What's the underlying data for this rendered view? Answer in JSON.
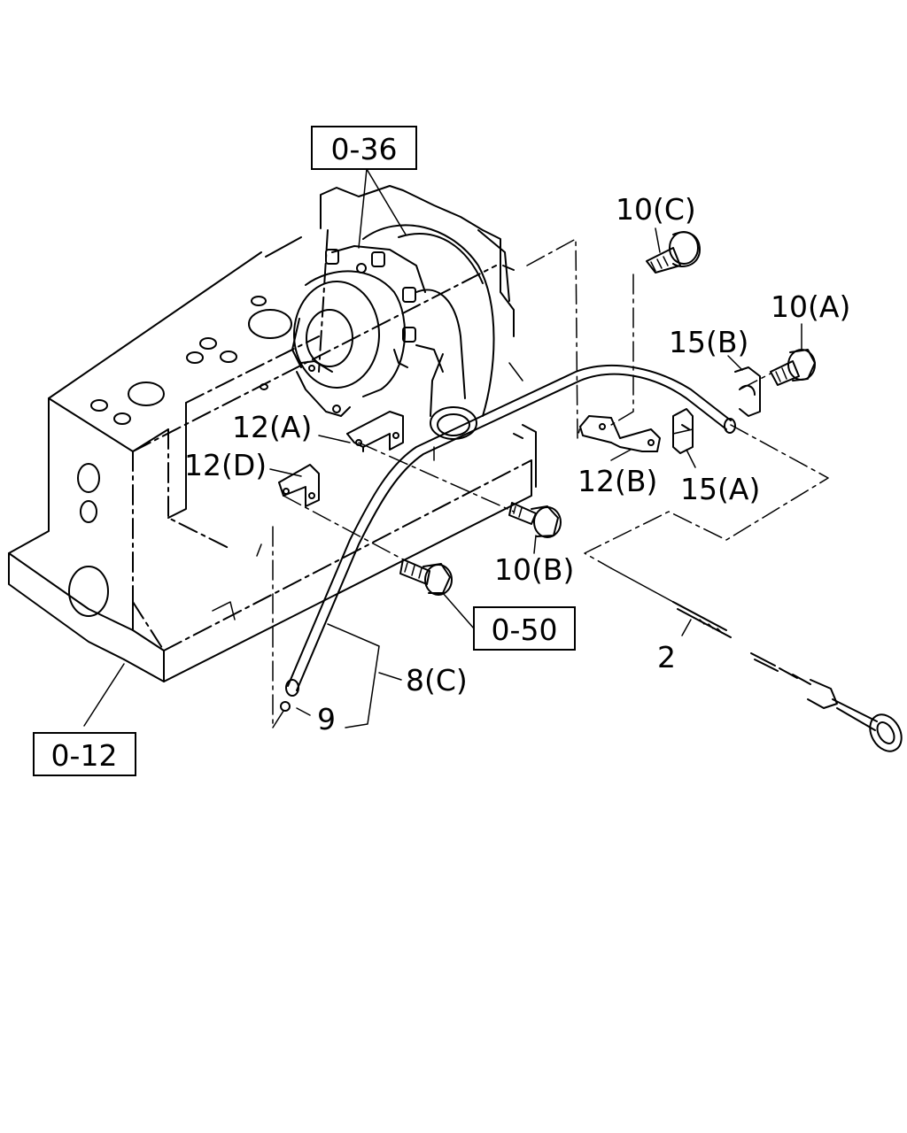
{
  "labels": {
    "ref_0_36": "0-36",
    "ref_0_50": "0-50",
    "ref_0_12": "0-12",
    "part_10c": "10(C)",
    "part_10a": "10(A)",
    "part_15b": "15(B)",
    "part_12a": "12(A)",
    "part_12d": "12(D)",
    "part_12b": "12(B)",
    "part_15a": "15(A)",
    "part_10b": "10(B)",
    "part_2": "2",
    "part_8c": "8(C)",
    "part_9": "9"
  }
}
